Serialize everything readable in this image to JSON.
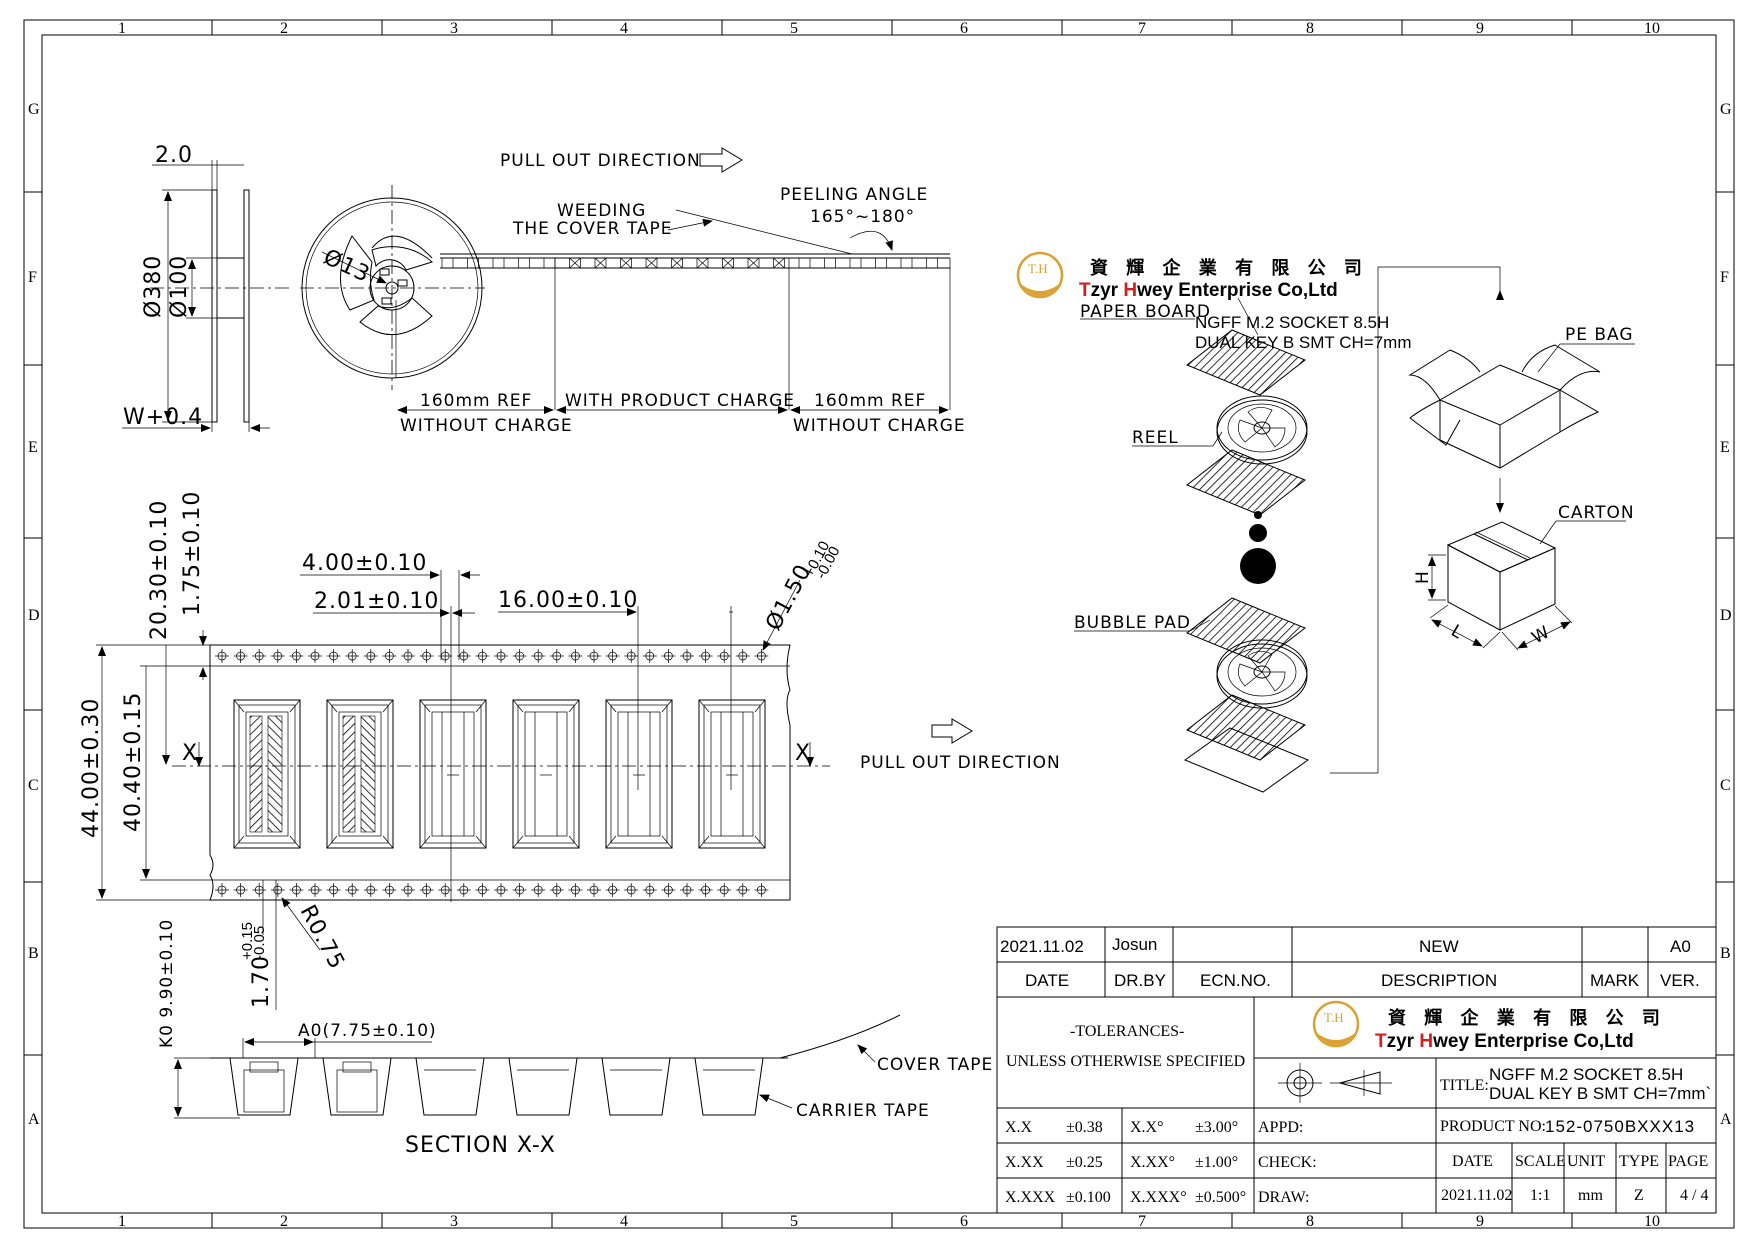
{
  "border": {
    "columns": [
      "1",
      "2",
      "3",
      "4",
      "5",
      "6",
      "7",
      "8",
      "9",
      "10"
    ],
    "rows": [
      "G",
      "F",
      "E",
      "D",
      "C",
      "B",
      "A"
    ]
  },
  "reel_view": {
    "dim_flange": "2.0",
    "dim_dia_outer": "Ø380",
    "dim_dia_hub": "Ø100",
    "dim_width": "W+0.4",
    "dim_bore": "Ø13",
    "pull_out_label": "PULL OUT DIRECTION",
    "weeding_label_1": "WEEDING",
    "weeding_label_2": "THE COVER TAPE",
    "peeling_label_1": "PEELING ANGLE",
    "peeling_label_2": "165°~180°",
    "seg_left_top": "160mm REF",
    "seg_left_bottom": "WITHOUT CHARGE",
    "seg_mid_top": "WITH PRODUCT CHARGE",
    "seg_right_top": "160mm REF",
    "seg_right_bottom": "WITHOUT CHARGE"
  },
  "tape_view": {
    "dim_2030": "20.30±0.10",
    "dim_175": "1.75±0.10",
    "dim_400": "4.00±0.10",
    "dim_201": "2.01±0.10",
    "dim_1600": "16.00±0.10",
    "dim_hole_main": "Ø1.50",
    "dim_hole_tol_plus": "+0.10",
    "dim_hole_tol_minus": "-0.00",
    "dim_4400": "44.00±0.30",
    "dim_4040": "40.40±0.15",
    "section_mark": "X",
    "pull_out_label": "PULL OUT DIRECTION",
    "dim_r075": "R0.75",
    "dim_170": "1.70",
    "dim_170_plus": "+0.15",
    "dim_170_minus": "-0.05"
  },
  "section_view": {
    "dim_k0": "K0  9.90±0.10",
    "dim_a0": "A0(7.75±0.10)",
    "cover_tape": "COVER TAPE",
    "carrier_tape": "CARRIER TAPE",
    "title": "SECTION X-X"
  },
  "packing": {
    "company_cn": "資 輝 企 業 有 限 公 司",
    "company_en_prefix": "T",
    "company_en_1": "zyr ",
    "company_en_h": "H",
    "company_en_2": "wey Enterprise Co,Ltd",
    "logo_text": "T.H",
    "paper_board": "PAPER BOARD",
    "label_line1": "NGFF M.2 SOCKET 8.5H",
    "label_line2": "DUAL KEY B SMT CH=7mm",
    "reel": "REEL",
    "bubble_pad": "BUBBLE PAD",
    "pe_bag": "PE BAG",
    "carton": "CARTON",
    "carton_h": "H",
    "carton_l": "L",
    "carton_w": "W"
  },
  "title_block": {
    "rev_date": "2021.11.02",
    "rev_drby": "Josun",
    "rev_ecn": "",
    "rev_desc": "NEW",
    "rev_mark": "",
    "rev_ver": "A0",
    "h_date": "DATE",
    "h_drby": "DR.BY",
    "h_ecn": "ECN.NO.",
    "h_desc": "DESCRIPTION",
    "h_mark": "MARK",
    "h_ver": "VER.",
    "tol_title": "-TOLERANCES-",
    "tol_sub": "UNLESS OTHERWISE SPECIFIED",
    "company_cn": "資 輝 企 業 有 限 公 司",
    "company_en_t": "T",
    "company_en_1": "zyr ",
    "company_en_h": "H",
    "company_en_2": "wey Enterprise Co,Ltd",
    "logo_text": "T.H",
    "title_label": "TITLE:",
    "title_line1": "NGFF M.2 SOCKET 8.5H",
    "title_line2": "DUAL KEY B SMT CH=7mm`",
    "tol_rows": [
      {
        "a": "X.X",
        "b": "±0.38",
        "c": "X.X°",
        "d": "±3.00°",
        "e": "APPD:"
      },
      {
        "a": "X.XX",
        "b": "±0.25",
        "c": "X.XX°",
        "d": "±1.00°",
        "e": "CHECK:"
      },
      {
        "a": "X.XXX",
        "b": "±0.100",
        "c": "X.XXX°",
        "d": "±0.500°",
        "e": "DRAW:"
      }
    ],
    "product_no_label": "PRODUCT NO:",
    "product_no": "152-0750BXXX13",
    "h_date2": "DATE",
    "h_scale": "SCALE",
    "h_unit": "UNIT",
    "h_type": "TYPE",
    "h_page": "PAGE",
    "v_date": "2021.11.02",
    "v_scale": "1:1",
    "v_unit": "mm",
    "v_type": "Z",
    "v_page": "4 / 4"
  },
  "colors": {
    "logo_gold": "#d9a233",
    "logo_red": "#d21e1e",
    "ink": "#000000"
  }
}
